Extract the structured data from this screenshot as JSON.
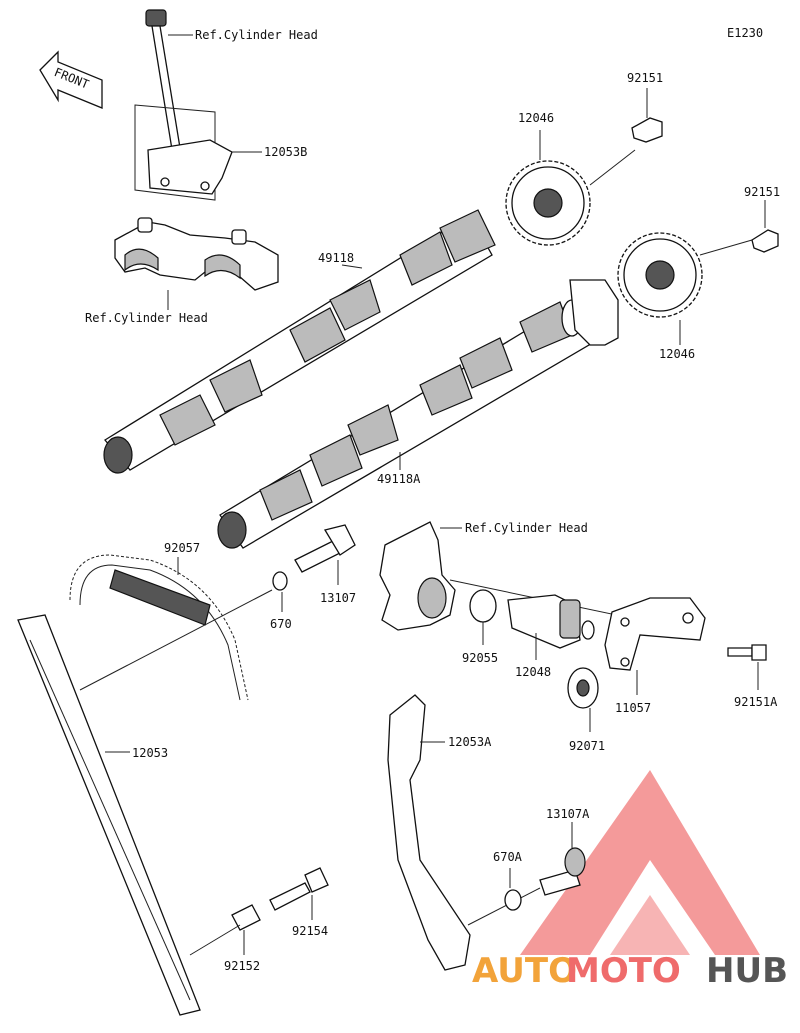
{
  "diagram_code": "E1230",
  "front_label": "FRONT",
  "refs": {
    "ref_top": "Ref.Cylinder Head",
    "ref_left": "Ref.Cylinder Head",
    "ref_right": "Ref.Cylinder Head"
  },
  "parts": {
    "p12053B": "12053B",
    "p49118": "49118",
    "p49118A": "49118A",
    "p12046_top": "12046",
    "p12046_bottom": "12046",
    "p92151_top": "92151",
    "p92151_right": "92151",
    "p92057": "92057",
    "p670": "670",
    "p13107": "13107",
    "p92055": "92055",
    "p12048": "12048",
    "p11057": "11057",
    "p92151A": "92151A",
    "p92071": "92071",
    "p12053": "12053",
    "p12053A": "12053A",
    "p13107A": "13107A",
    "p670A": "670A",
    "p92154": "92154",
    "p92152": "92152"
  },
  "watermark": {
    "part1": "AUTO",
    "part2": "MOTO",
    "part3": "HUB",
    "color_red": "#ef6b6b",
    "color_orange": "#f2a33a",
    "color_dark": "#555555"
  }
}
